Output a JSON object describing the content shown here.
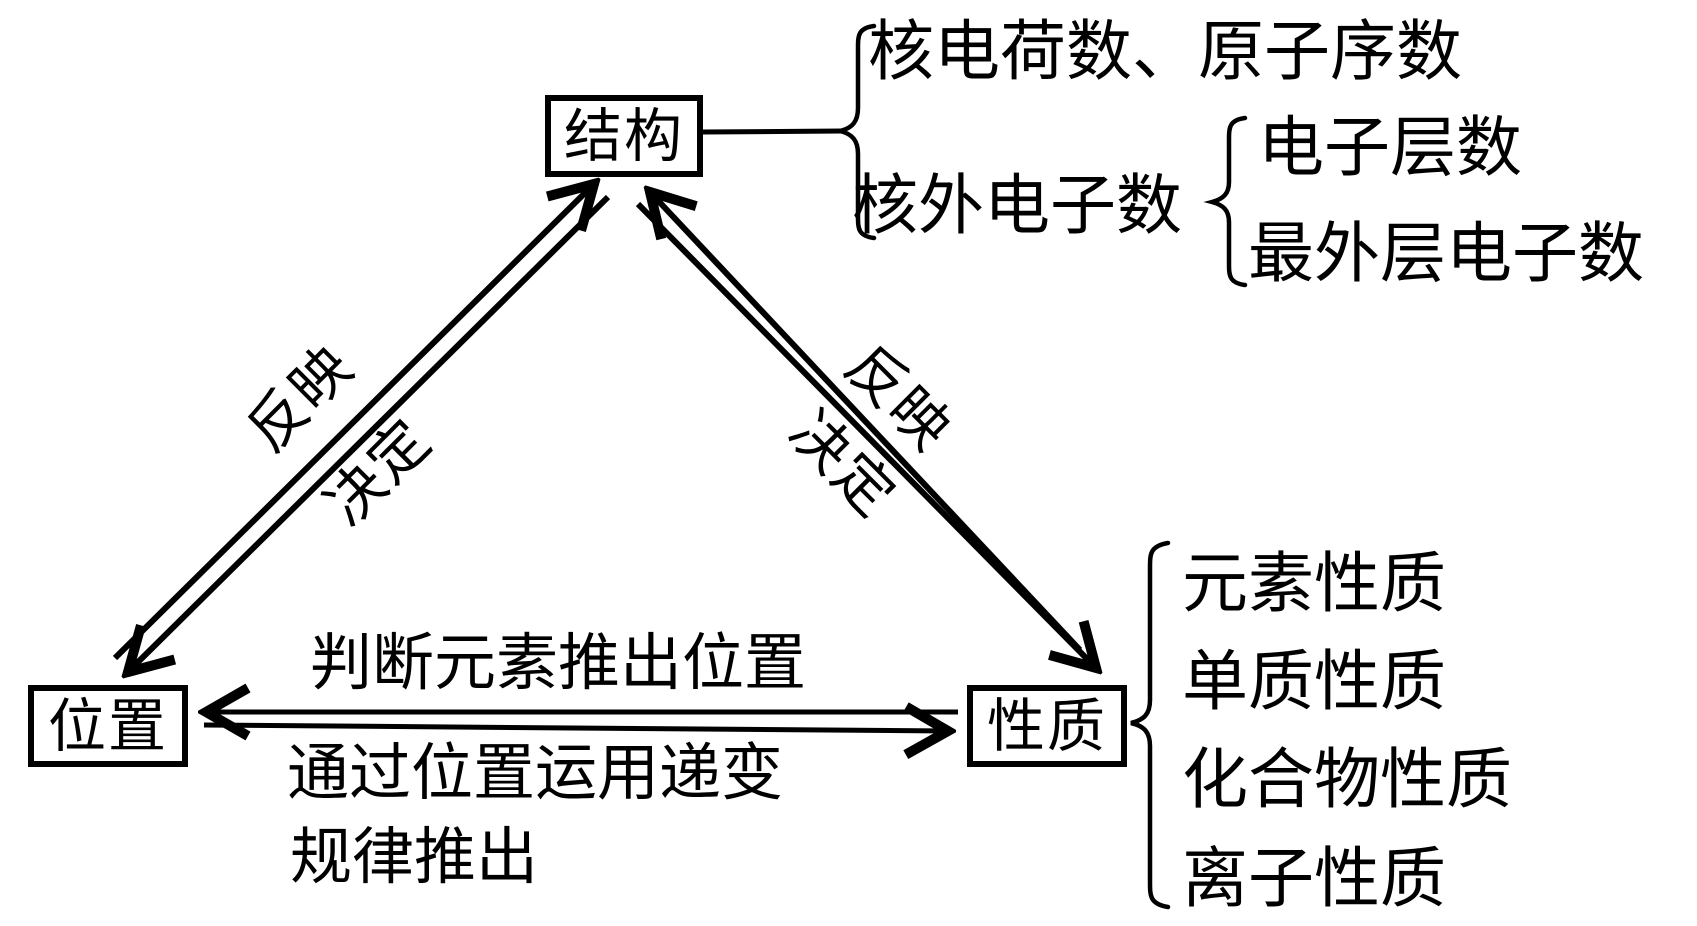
{
  "colors": {
    "ink": "#000000",
    "background": "#ffffff"
  },
  "nodes": {
    "structure": "结构",
    "position": "位置",
    "property": "性质"
  },
  "edges": {
    "reflect_left": "反映",
    "determine_left": "决定",
    "reflect_right": "反映",
    "determine_right": "决定",
    "property_to_position": "判断元素推出位置",
    "position_to_property_line1": "通过位置运用递变",
    "position_to_property_line2": "规律推出"
  },
  "structure_branch": {
    "item1": "核电荷数、原子序数",
    "item2": "核外电子数",
    "item2_children": [
      "电子层数",
      "最外层电子数"
    ]
  },
  "property_branch": [
    "元素性质",
    "单质性质",
    "化合物性质",
    "离子性质"
  ]
}
